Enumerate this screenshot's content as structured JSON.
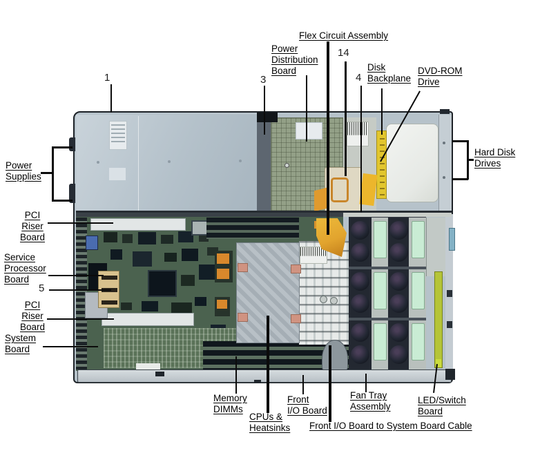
{
  "figure_type": "server-internal-components-diagram",
  "callouts": {
    "flex_circuit_assembly": {
      "lines": [
        "Flex Circuit Assembly"
      ]
    },
    "power_distribution_board": {
      "lines": [
        "Power",
        "Distribution",
        "Board"
      ]
    },
    "disk_backplane": {
      "lines": [
        "Disk",
        "Backplane"
      ]
    },
    "dvd_rom_drive": {
      "lines": [
        "DVD-ROM",
        "Drive"
      ]
    },
    "hard_disk_drives": {
      "lines": [
        "Hard Disk",
        "Drives"
      ]
    },
    "power_supplies": {
      "lines": [
        "Power",
        "Supplies"
      ]
    },
    "pci_riser_board_top": {
      "lines": [
        "PCI",
        "Riser",
        "Board"
      ]
    },
    "service_processor_board": {
      "lines": [
        "Service",
        "Processor",
        "Board"
      ]
    },
    "pci_riser_board_bottom": {
      "lines": [
        "PCI",
        "Riser",
        "Board"
      ]
    },
    "system_board": {
      "lines": [
        "System",
        "Board"
      ]
    },
    "memory_dimms": {
      "lines": [
        "Memory",
        "DIMMs"
      ]
    },
    "cpus_heatsinks": {
      "lines": [
        "CPUs &",
        "Heatsinks"
      ]
    },
    "front_io_board": {
      "lines": [
        "Front",
        "I/O Board"
      ]
    },
    "fan_tray_assembly": {
      "lines": [
        "Fan Tray",
        "Assembly"
      ]
    },
    "led_switch_board": {
      "lines": [
        "LED/Switch",
        "Board"
      ]
    },
    "front_io_cable": {
      "lines": [
        "Front I/O Board to System Board Cable"
      ]
    }
  },
  "index_numbers": {
    "n1": "1",
    "n3": "3",
    "n4": "4",
    "n5": "5",
    "n14": "14"
  },
  "colors": {
    "background": "#ffffff",
    "chassis": "#b6c2ca",
    "motherboard": "#4b624f",
    "pdb_board": "#93a087",
    "fan_tray": "#303640",
    "fan_label_green": "#c9ecd4",
    "flex_yellow": "#e2c62e",
    "flex_orange": "#e2a42e",
    "heatsink_copper": "#d09381",
    "led_board_green": "#b5c438",
    "leader_line": "#0b0b0b"
  }
}
